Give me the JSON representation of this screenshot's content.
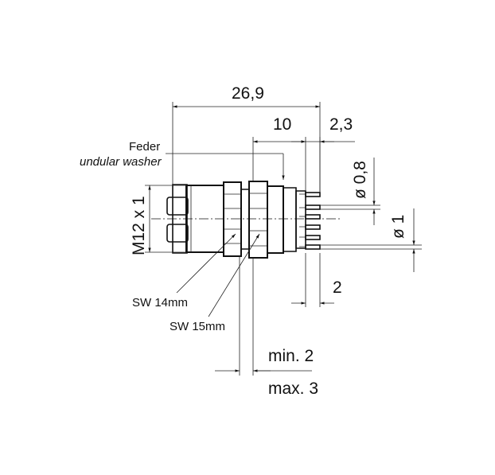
{
  "dimensions": {
    "overall_length": "26,9",
    "flange_length": "10",
    "pin_length": "2,3",
    "pin_diameter_small": "ø 0,8",
    "pin_diameter_large": "ø 1",
    "pin_pitch": "2",
    "thread": "M12 x 1",
    "wrench_size_nut": "SW 14mm",
    "wrench_size_flange": "SW 15mm",
    "panel_min": "min. 2",
    "panel_max": "max. 3"
  },
  "labels": {
    "feder_de": "Feder",
    "feder_en": "undular washer"
  }
}
